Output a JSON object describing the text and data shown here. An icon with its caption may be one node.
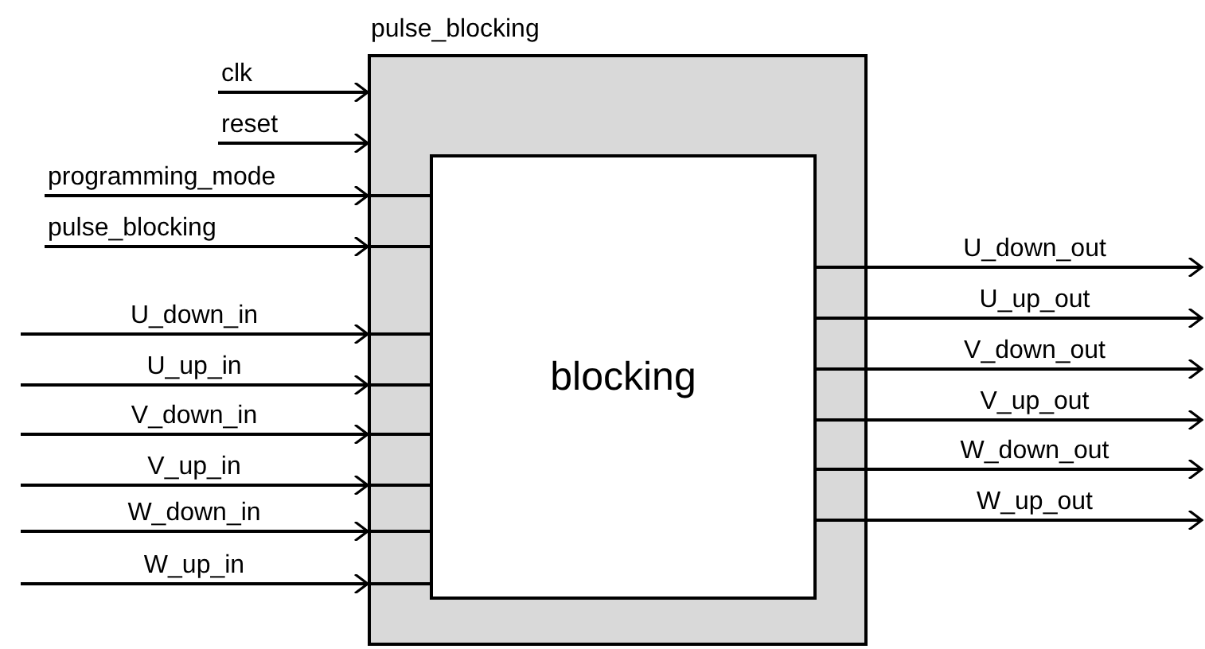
{
  "diagram": {
    "nodes": [
      {
        "text": [
          "pulse_blocking"
        ]
      },
      {
        "text": [
          "blocking"
        ],
        "in": 0
      }
    ],
    "edges": [
      {
        "from": null,
        "to": 0,
        "arrow": "to",
        "label": "clk"
      },
      {
        "from": null,
        "to": 0,
        "arrow": "to",
        "label": "reset"
      },
      {
        "from": null,
        "to": 0,
        "arrow": "to",
        "label": "programming_mode"
      },
      {
        "from": null,
        "to": 0,
        "arrow": "to",
        "label": "pulse_blocking"
      },
      {
        "from": null,
        "to": 0,
        "arrow": "to",
        "label": "U_down_in"
      },
      {
        "from": null,
        "to": 0,
        "arrow": "to",
        "label": "U_up_in"
      },
      {
        "from": null,
        "to": 0,
        "arrow": "to",
        "label": "V_down_in"
      },
      {
        "from": null,
        "to": 0,
        "arrow": "to",
        "label": "V_up_in"
      },
      {
        "from": null,
        "to": 0,
        "arrow": "to",
        "label": "W_down_in"
      },
      {
        "from": null,
        "to": 0,
        "arrow": "to",
        "label": "W_up_in"
      },
      {
        "from": 0,
        "to": 1,
        "arrow": "none"
      },
      {
        "from": 0,
        "to": 1,
        "arrow": "none"
      },
      {
        "from": 0,
        "to": 1,
        "arrow": "none"
      },
      {
        "from": 0,
        "to": 1,
        "arrow": "none"
      },
      {
        "from": 0,
        "to": 1,
        "arrow": "none"
      },
      {
        "from": 0,
        "to": 1,
        "arrow": "none"
      },
      {
        "from": 0,
        "to": 1,
        "arrow": "none"
      },
      {
        "from": 0,
        "to": 1,
        "arrow": "none"
      },
      {
        "from": 1,
        "to": 0,
        "arrow": "none"
      },
      {
        "from": 1,
        "to": 0,
        "arrow": "none"
      },
      {
        "from": 1,
        "to": 0,
        "arrow": "none"
      },
      {
        "from": 1,
        "to": 0,
        "arrow": "none"
      },
      {
        "from": 1,
        "to": 0,
        "arrow": "none"
      },
      {
        "from": 1,
        "to": 0,
        "arrow": "none"
      },
      {
        "from": 0,
        "to": null,
        "arrow": "to",
        "label": "U_down_out"
      },
      {
        "from": 0,
        "to": null,
        "arrow": "to",
        "label": "U_up_out"
      },
      {
        "from": 0,
        "to": null,
        "arrow": "to",
        "label": "V_down_out"
      },
      {
        "from": 0,
        "to": null,
        "arrow": "to",
        "label": "V_up_out"
      },
      {
        "from": 0,
        "to": null,
        "arrow": "to",
        "label": "W_down_out"
      },
      {
        "from": 0,
        "to": null,
        "arrow": "to",
        "label": "W_up_out"
      }
    ]
  }
}
